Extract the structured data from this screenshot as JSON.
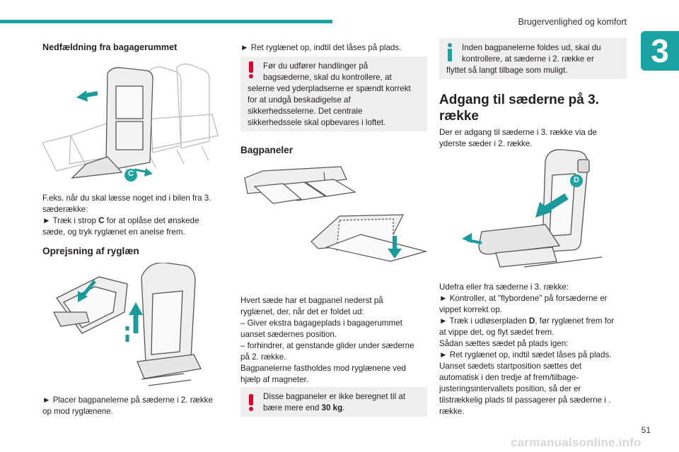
{
  "header": {
    "section_title": "Brugervenlighed og komfort",
    "chapter": "3",
    "page_number": "51"
  },
  "footer": {
    "watermark": "carmanualsonline.info"
  },
  "col1": {
    "heading1": "Nedfældning fra bagagerummet",
    "label_c": "C",
    "p1_line1": "F.eks. når du skal læsse noget ind i bilen fra 3.",
    "p1_line2": "sæderække:",
    "p1_line3_pre": "► Træk i strop ",
    "p1_line3_bold": "C",
    "p1_line3_post": " for at oplåse det ønskede",
    "p1_line4": "sæde, og tryk ryglænet en anelse frem.",
    "heading2": "Oprejsning af ryglæn",
    "p2_line1": "► Placer bagpanelerne på sæderne i 2. række",
    "p2_line2": "op mod ryglænene."
  },
  "col2": {
    "p1": "► Ret ryglænet op, indtil det låses på plads.",
    "warn1_lines": [
      "Før du udfører handlinger på",
      "bagsæderne, skal du kontrollere, at",
      "selerne ved yderpladserne er spændt korrekt",
      "for at undgå beskadigelse af",
      "sikkerhedsselerne. Det centrale",
      "sikkerhedssele skal opbevares i loftet."
    ],
    "heading": "Bagpaneler",
    "p2_lines": [
      "Hvert sæde har et bagpanel nederst på",
      "ryglænet, der, når det er foldet ud:",
      "– Giver ekstra bagageplads i bagagerummet",
      "uanset sædernes position.",
      "– forhindrer, at genstande glider under sæderne",
      "på 2. række.",
      "Bagpanelerne fastholdes mod ryglænene ved",
      "hjælp af magneter."
    ],
    "warn2_line1": "Disse bagpaneler er ikke beregnet til at",
    "warn2_line2_pre": "bære mere end ",
    "warn2_line2_bold": "30 kg",
    "warn2_line2_post": "."
  },
  "col3": {
    "info_lines": [
      "Inden bagpanelerne foldes ud, skal du",
      "kontrollere, at sæderne i 2. række er",
      "flyttet så langt tilbage som muligt."
    ],
    "heading_line1": "Adgang til sæderne på 3.",
    "heading_line2": "række",
    "p1_line1": "Der er adgang til sæderne i 3. række via de",
    "p1_line2": "yderste sæder i 2. række.",
    "label_d": "D",
    "p2_line1": "Udefra eller fra sæderne i 3. række:",
    "p2_line2": "► Kontroller, at \"flybordene\" på forsæderne er",
    "p2_line3": "vippet korrekt op.",
    "p2_line4_pre": "► Træk i udløserpladen ",
    "p2_line4_bold": "D",
    "p2_line4_post": ", før ryglænet frem for",
    "p2_line5": "at vippe det, og flyt sædet frem.",
    "p2_line6": "Sådan sættes sædet på plads igen:",
    "p2_line7": "► Ret ryglænet op, indtil sædet låses på plads.",
    "p2_line8": "Uanset sædets startposition sættes det",
    "p2_line9": "automatisk i den tredje af frem/tilbage-",
    "p2_line10": "justeringsintervallets position, så der er",
    "p2_line11": "tilstrækkelig plads til passagerer på sæderne i .",
    "p2_line12": "række."
  },
  "colors": {
    "accent": "#1ba3a3",
    "warning": "#e4002b",
    "note_bg": "#efefef",
    "arrow": "#1a9a9a"
  }
}
